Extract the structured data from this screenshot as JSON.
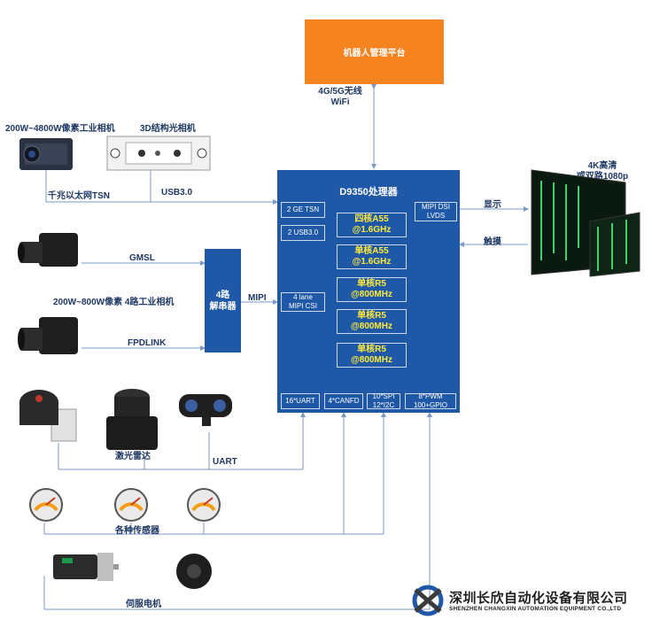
{
  "platform": {
    "label": "机器人管理平台",
    "link_label_1": "4G/5G无线",
    "link_label_2": "WiFi"
  },
  "processor": {
    "title": "D9350处理器",
    "left_ports": [
      "2 GE TSN",
      "2 USB3.0"
    ],
    "mipi_in_1": "4 lane",
    "mipi_in_2": "MIPI CSI",
    "mipi_out_1": "MIPI DSI",
    "mipi_out_2": "LVDS",
    "cores": [
      {
        "name": "四核A55",
        "freq": "@1.6GHz"
      },
      {
        "name": "单核A55",
        "freq": "@1.6GHz"
      },
      {
        "name": "单核R5",
        "freq": "@800MHz"
      },
      {
        "name": "单核R5",
        "freq": "@800MHz"
      },
      {
        "name": "单核R5",
        "freq": "@800MHz"
      }
    ],
    "bottom_ports": [
      {
        "l1": "16*UART",
        "l2": ""
      },
      {
        "l1": "4*CANFD",
        "l2": ""
      },
      {
        "l1": "10*SPI",
        "l2": "12*I2C"
      },
      {
        "l1": "8*PWM",
        "l2": "100+GPIO"
      }
    ]
  },
  "display": {
    "title_1": "4K高清",
    "title_2": "或双路1080p",
    "link_display": "显示",
    "link_touch": "触摸"
  },
  "top_cameras": {
    "industrial_label": "200W~4800W像素工业相机",
    "structured_label": "3D结构光相机",
    "tsn_label": "千兆以太网TSN",
    "usb_label": "USB3.0"
  },
  "deserializer": {
    "line1": "4路",
    "line2": "解串器",
    "mipi_label": "MIPI",
    "gmsl_label": "GMSL",
    "fpdlink_label": "FPDLINK",
    "cam_label": "200W~800W像素 4路工业相机"
  },
  "peripherals": {
    "lidar_label": "激光雷达",
    "uart_label": "UART",
    "sensor_label": "各种传感器",
    "servo_label": "伺服电机"
  },
  "company": {
    "name_cn": "深圳长欣自动化设备有限公司",
    "name_en": "SHENZHEN CHANGXIN AUTOMATION EQUIPMENT CO.,LTD"
  },
  "colors": {
    "processor": "#1f58a6",
    "platform": "#f5831f",
    "line": "#7a9ac4",
    "core_text": "#ffeb3b"
  }
}
